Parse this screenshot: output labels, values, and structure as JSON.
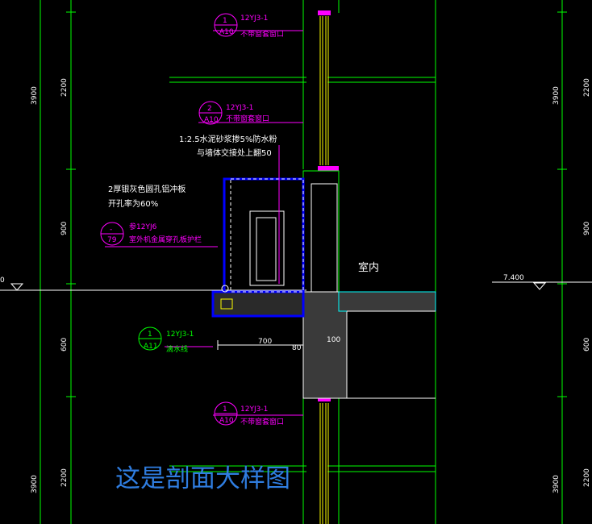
{
  "dims": {
    "left_outer_top": "3900",
    "left_inner_top": "2200",
    "left_inner_mid": "900",
    "left_inner_lower": "600",
    "left_outer_bottom": "3900",
    "left_inner_bottom": "2200",
    "right_outer_top": "3900",
    "right_inner_top": "2200",
    "right_inner_mid": "900",
    "right_inner_lower": "600",
    "right_outer_bottom": "3900",
    "right_inner_bottom": "2200",
    "width_700": "700",
    "width_80": "80",
    "width_100": "100",
    "elev_right": "7.400",
    "elev_left": "0"
  },
  "callouts": [
    {
      "num": "1",
      "sheet": "A10",
      "ref": "12YJ3-1",
      "text": "不带窗套窗口"
    },
    {
      "num": "2",
      "sheet": "A10",
      "ref": "12YJ3-1",
      "text": "不带窗套窗口"
    },
    {
      "num": "-",
      "sheet": "79",
      "ref": "参12YJ6",
      "text": "室外机金属穿孔板护栏"
    },
    {
      "num": "1",
      "sheet": "A11",
      "ref": "12YJ3-1",
      "text": "滴水线"
    },
    {
      "num": "1",
      "sheet": "A10",
      "ref": "12YJ3-1",
      "text": "不带窗套窗口"
    }
  ],
  "notes": {
    "mortar_line1": "1:2.5水泥砂浆掺5%防水粉",
    "mortar_line2": "与墙体交接处上翻50",
    "panel_line1": "2厚银灰色圆孔铝冲板",
    "panel_line2": "开孔率为60%",
    "room_label": "室内"
  },
  "caption": "这是剖面大样图",
  "colors": {
    "background": "#000000",
    "grid": "#00ff00",
    "annotation": "#ff00ff",
    "text": "#ffffff",
    "caption": "#2f7de0"
  }
}
